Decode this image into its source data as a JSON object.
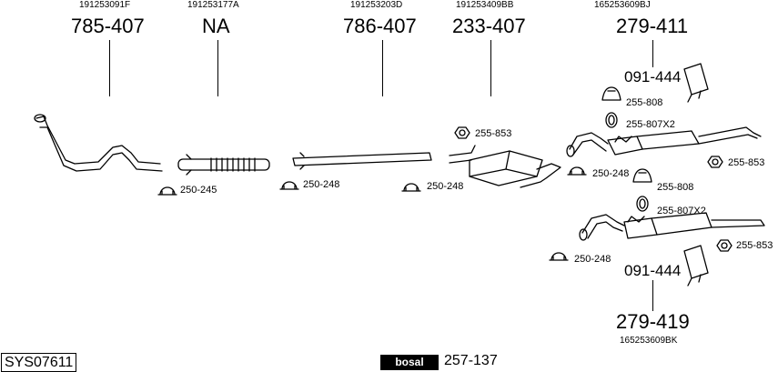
{
  "oe_numbers": [
    "191253091F",
    "191253177A",
    "191253203D",
    "191253409BB",
    "165253609BJ",
    "165253609BK"
  ],
  "part_numbers": {
    "front_pipe": "785-407",
    "middle": "NA",
    "pipe": "786-407",
    "front_silencer": "233-407",
    "rear_silencer_1": "279-411",
    "rear_silencer_2": "279-419",
    "mount_1": "091-444",
    "mount_2": "091-444"
  },
  "small_parts": {
    "clamp_1": "250-245",
    "clamp_2": "250-248",
    "clamp_3": "250-248",
    "gasket_1": "255-853",
    "rubber_1": "255-808",
    "ring_1": "255-807X2",
    "clamp_4": "250-248",
    "gasket_2": "255-853",
    "rubber_2": "255-808",
    "ring_2": "255-807X2",
    "gasket_3": "255-853",
    "clamp_5": "250-248"
  },
  "system_code": "SYS07611",
  "brand": "bosal",
  "brand_part": "257-137",
  "icons": [
    "exhaust-pipe-drawing",
    "clamp-icon",
    "rubber-mount-icon",
    "gasket-icon",
    "bracket-icon"
  ]
}
